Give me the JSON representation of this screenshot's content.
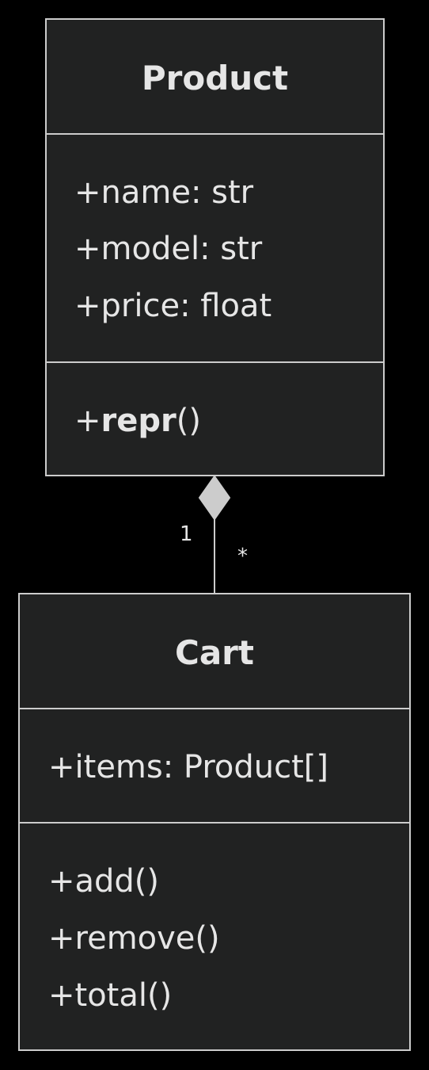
{
  "classes": {
    "product": {
      "name": "Product",
      "attributes": [
        "+name: str",
        "+model: str",
        "+price: float"
      ],
      "methods": [
        {
          "prefix": "+",
          "name": "repr",
          "suffix": "()"
        }
      ]
    },
    "cart": {
      "name": "Cart",
      "attributes": [
        "+items: Product[]"
      ],
      "methods": [
        "+add()",
        "+remove()",
        "+total()"
      ]
    }
  },
  "relation": {
    "type": "composition",
    "from": "Product",
    "to": "Cart",
    "multiplicity_product_side": "1",
    "multiplicity_cart_side": "*"
  },
  "colors": {
    "background": "#000000",
    "box_fill": "#212222",
    "stroke": "#cccccc",
    "text": "#e6e6e6"
  }
}
